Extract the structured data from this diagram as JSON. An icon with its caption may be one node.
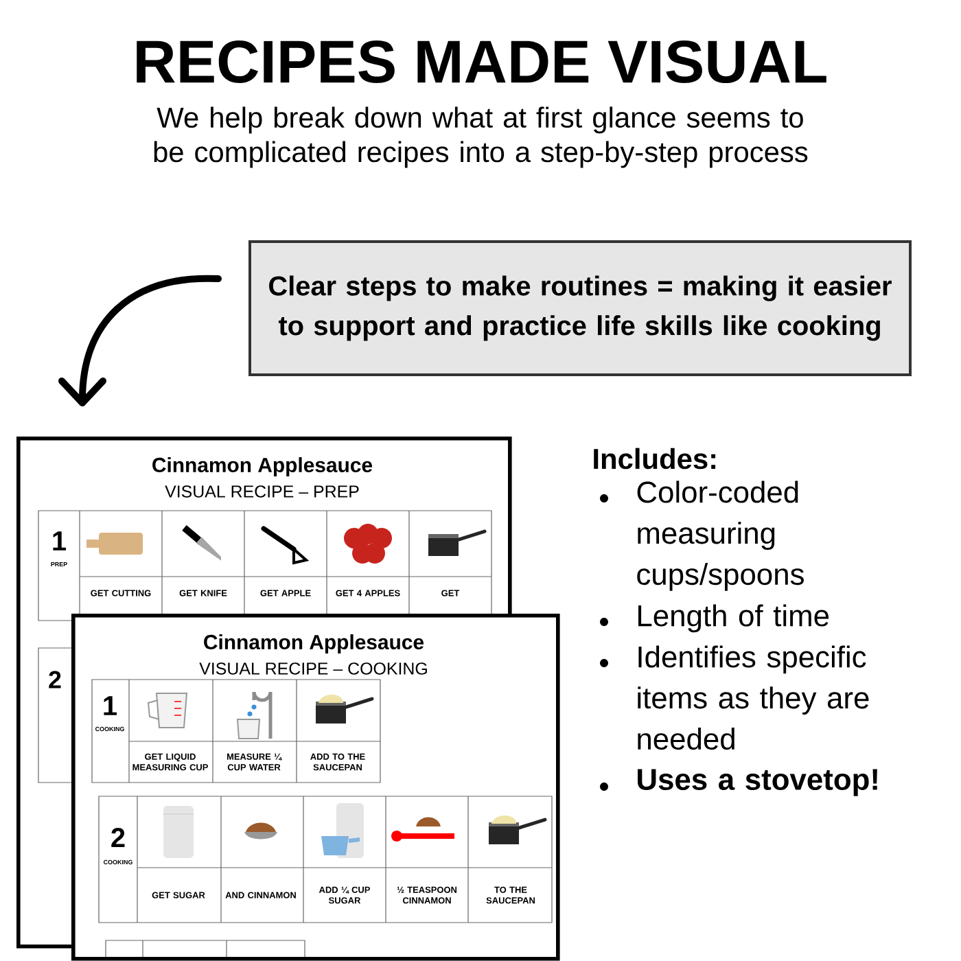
{
  "diagram": {
    "title": "RECIPES MADE VISUAL",
    "nodes": [
      {
        "text": [
          "Clear steps to make routines = making it easier to support and practice life skills like cooking"
        ]
      },
      {
        "text": [
          "Cinnamon Applesauce",
          "VISUAL RECIPE – PREP"
        ]
      },
      {
        "text": [
          "Cinnamon Applesauce",
          "VISUAL RECIPE – COOKING"
        ]
      }
    ],
    "edges": [
      {
        "from": 0,
        "to": 1,
        "arrow": "to"
      }
    ],
    "labels": [
      "We help break down what at first glance seems to be complicated recipes into a step-by-step process",
      "1",
      "PREP",
      "GET CUTTING",
      "GET KNIFE",
      "GET APPLE",
      "GET 4 APPLES",
      "GET",
      "2",
      "1",
      "COOKING",
      "GET LIQUID MEASURING CUP",
      "MEASURE ¼ CUP WATER",
      "ADD TO THE SAUCEPAN",
      "2",
      "COOKING",
      "GET SUGAR",
      "AND CINNAMON",
      "ADD ¼ CUP SUGAR",
      "½ TEASPOON CINNAMON",
      "TO THE SAUCEPAN",
      "Includes:",
      "Color-coded measuring cups/spoons",
      "Length of time",
      "Identifies specific items as they are needed",
      "Uses a stovetop!"
    ]
  }
}
